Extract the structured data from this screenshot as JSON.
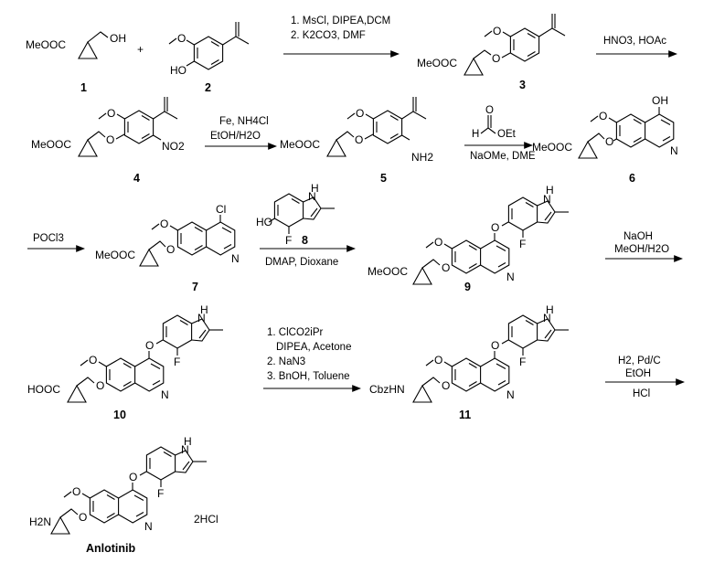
{
  "compounds": {
    "c1": {
      "number": "1",
      "ester": "MeOOC",
      "alcohol": "OH"
    },
    "c2": {
      "number": "2",
      "ome": "O",
      "hydroxyl": "HO"
    },
    "c3": {
      "number": "3",
      "ester": "MeOOC",
      "ome": "O",
      "ether": "O"
    },
    "c4": {
      "number": "4",
      "ester": "MeOOC",
      "ome": "O",
      "ether": "O",
      "nitro": "NO2"
    },
    "c5": {
      "number": "5",
      "ester": "MeOOC",
      "ome": "O",
      "ether": "O",
      "amine": "NH2"
    },
    "c6": {
      "number": "6",
      "ester": "MeOOC",
      "ome": "O",
      "ether": "O",
      "hydroxyl": "OH",
      "ring_n": "N"
    },
    "c7": {
      "number": "7",
      "ester": "MeOOC",
      "ome": "O",
      "ether": "O",
      "chloro": "Cl",
      "ring_n": "N"
    },
    "c8": {
      "number": "8",
      "hydroxyl": "HO",
      "fluoro": "F",
      "nh": "H",
      "indole_n": "N"
    },
    "c9": {
      "number": "9",
      "ester": "MeOOC",
      "ome": "O",
      "ether": "O",
      "link_o": "O",
      "fluoro": "F",
      "nh": "H",
      "indole_n": "N",
      "ring_n": "N"
    },
    "c10": {
      "number": "10",
      "acid": "HOOC",
      "ome": "O",
      "ether": "O",
      "link_o": "O",
      "fluoro": "F",
      "nh": "H",
      "indole_n": "N",
      "ring_n": "N"
    },
    "c11": {
      "number": "11",
      "carbamate": "CbzHN",
      "ome": "O",
      "ether": "O",
      "link_o": "O",
      "fluoro": "F",
      "nh": "H",
      "indole_n": "N",
      "ring_n": "N"
    },
    "final": {
      "name": "Anlotinib",
      "amine": "H2N",
      "salt": "2HCl",
      "ome": "O",
      "ether": "O",
      "link_o": "O",
      "fluoro": "F",
      "nh": "H",
      "indole_n": "N",
      "ring_n": "N"
    }
  },
  "plus_sign": "+",
  "reagents": {
    "step1": {
      "line1": "1. MsCl, DIPEA,DCM",
      "line2": "2. K2CO3, DMF"
    },
    "step2": {
      "line1": "HNO3, HOAc"
    },
    "step3": {
      "line1": "Fe, NH4Cl",
      "line2": "EtOH/H2O"
    },
    "step4": {
      "formate_h": "H",
      "formate_o": "O",
      "formate_oet": "OEt",
      "line2": "NaOMe, DME"
    },
    "step5": {
      "line1": "POCl3"
    },
    "step6": {
      "line1": "DMAP, Dioxane"
    },
    "step7": {
      "line1": "NaOH",
      "line2": "MeOH/H2O"
    },
    "step8": {
      "line1": "1. ClCO2iPr",
      "line2": "DIPEA, Acetone",
      "line3": "2. NaN3",
      "line4": "3. BnOH, Toluene"
    },
    "step9": {
      "line1": "H2, Pd/C",
      "line2": "EtOH",
      "line3": "HCl"
    }
  }
}
